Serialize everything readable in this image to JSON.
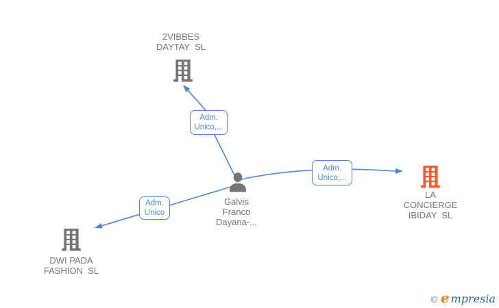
{
  "diagram": {
    "nodes": {
      "top": {
        "name": "2VIBBES DAYTAY SL",
        "lines": [
          "2VIBBES",
          "DAYTAY  SL"
        ],
        "icon": "building-icon",
        "icon_color": "#757575"
      },
      "center": {
        "name": "Galvis Franco Dayana-...",
        "lines": [
          "Galvis",
          "Franco",
          "Dayana-..."
        ],
        "icon": "person-icon",
        "icon_color": "#757575"
      },
      "right": {
        "name": "LA CONCIERGE IBIDAY SL",
        "lines": [
          "LA",
          "CONCIERGE",
          "IBIDAY  SL"
        ],
        "icon": "building-icon",
        "icon_color": "#fa5a2e"
      },
      "bottom_left": {
        "name": "DWI PADA FASHION SL",
        "lines": [
          "DWI PADA",
          "FASHION  SL"
        ],
        "icon": "building-icon",
        "icon_color": "#757575"
      }
    },
    "edges": {
      "to_top": {
        "label_lines": [
          "Adm.",
          "Unico,..."
        ]
      },
      "to_right": {
        "label_lines": [
          "Adm.",
          "Unico,..."
        ]
      },
      "to_bottom_left": {
        "label_lines": [
          "Adm.",
          "Unico"
        ]
      }
    },
    "colors": {
      "edge": "#4b87e2",
      "edge_label_text": "#4a86e8",
      "node_text": "#757575",
      "building_gray": "#757575",
      "building_orange": "#fa5a2e"
    }
  },
  "watermark": {
    "copyright": "©",
    "brand_first_letter": "e",
    "brand_rest": "mpresia"
  }
}
